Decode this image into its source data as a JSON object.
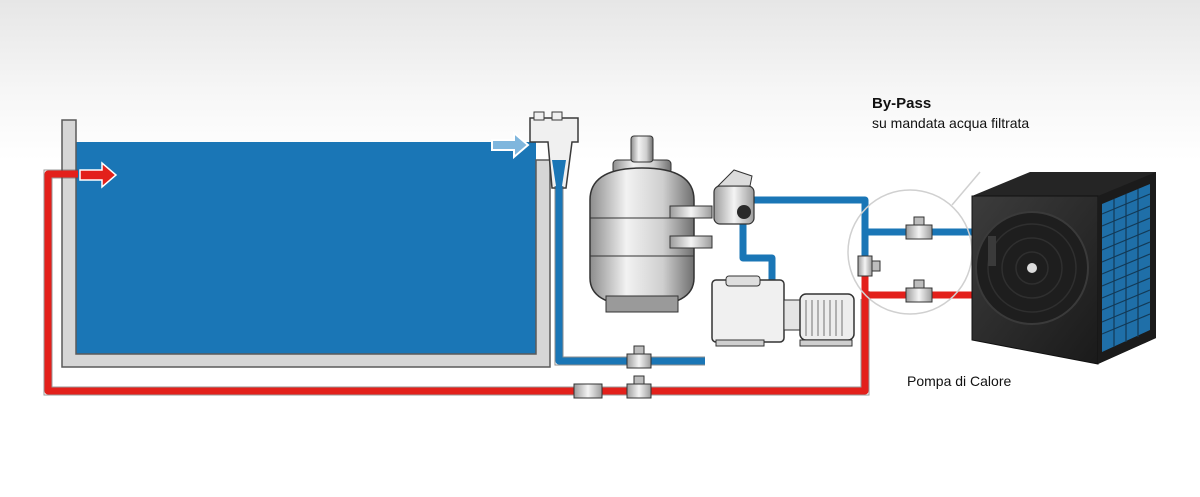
{
  "labels": {
    "bypass_title": "By-Pass",
    "bypass_subtitle": "su mandata acqua filtrata",
    "heat_pump": "Pompa di Calore"
  },
  "colors": {
    "hot_pipe": "#e3201b",
    "cold_pipe": "#1a76b6",
    "pool_water": "#1a76b6",
    "pool_wall": "#cfcfcf",
    "heat_pump_body": "#2e2e2e",
    "heat_pump_grille": "#1f6fa8"
  },
  "icons": {
    "water_in_arrow": "arrow-right-icon",
    "skimmer_arrow": "arrow-right-outline-icon",
    "valve": "valve-icon",
    "fan": "fan-icon"
  }
}
